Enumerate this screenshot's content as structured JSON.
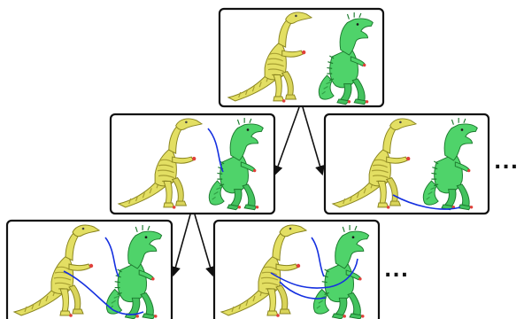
{
  "diagram": {
    "ellipsis_right": "...",
    "ellipsis_bottom": "...",
    "colors": {
      "yellow_body": "#e3df63",
      "yellow_stroke": "#8a8520",
      "yellow_dark": "#a8a032",
      "green_body": "#4fd36a",
      "green_stroke": "#1c7a2e",
      "green_dark": "#2f9e44",
      "curve": "#1530e0",
      "marker": "#e0403a"
    },
    "nodes": [
      {
        "id": "root",
        "curves": 0
      },
      {
        "id": "child-left",
        "curves": 1
      },
      {
        "id": "child-right",
        "curves": 1
      },
      {
        "id": "grandchild-left",
        "curves": 2
      },
      {
        "id": "grandchild-right",
        "curves": 3
      }
    ],
    "edges": [
      {
        "from": "root",
        "to": "child-left"
      },
      {
        "from": "root",
        "to": "child-right"
      },
      {
        "from": "child-left",
        "to": "grandchild-left"
      },
      {
        "from": "child-left",
        "to": "grandchild-right"
      }
    ]
  }
}
